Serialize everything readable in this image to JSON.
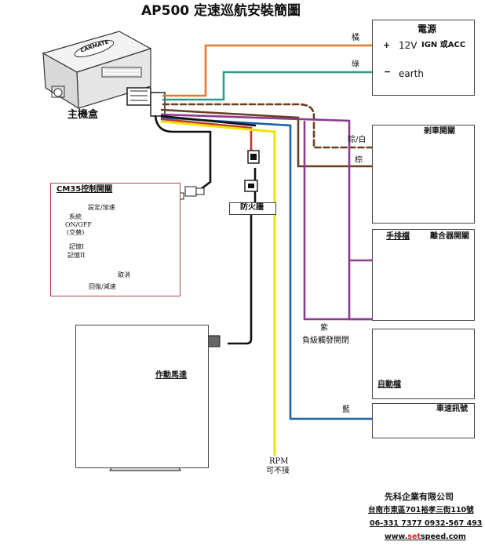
{
  "title": "AP500 定速巡航安裝簡圖",
  "main_unit": {
    "label": "主機盒",
    "brand": "CARMATE"
  },
  "power": {
    "title": "電源",
    "plus_symbol": "+",
    "plus_value": "12V",
    "plus_suffix": "IGN 或ACC",
    "minus_symbol": "−",
    "minus_label": "earth"
  },
  "wire_labels": {
    "orange": "橘",
    "green": "綠",
    "brown_white": "棕/白",
    "brown": "棕",
    "purple": "紫",
    "blue": "藍",
    "rpm": "RPM",
    "rpm_note": "可不接"
  },
  "brake": {
    "title": "剎車開關"
  },
  "clutch": {
    "handbrake": "手排檔",
    "title": "離合器開關"
  },
  "neg_trigger": {
    "label": "負級觸發開閉"
  },
  "auto": {
    "label": "自動檔"
  },
  "speed": {
    "title": "車速訊號"
  },
  "firewall": {
    "label": "防火牆"
  },
  "controller": {
    "title": "CM35控制開關",
    "labels": {
      "set_accel": "設定/加速",
      "system": "系統",
      "onoff": "ON/OFF",
      "switch": "(交替)",
      "mem1": "記憶I",
      "mem2": "記憶II",
      "cancel": "取消",
      "resume": "回復/減速"
    }
  },
  "actuator": {
    "label": "作動馬達"
  },
  "company": {
    "name": "先科企業有限公司",
    "address": "台南市東區701裕孝三街110號",
    "phone": "06-331 7377   0932-567 493",
    "web_prefix": "www.",
    "web_mid": "set",
    "web_suffix": "speed.com"
  },
  "colors": {
    "orange": "#e07a2e",
    "green": "#2a9d8f",
    "brown": "#6b3e1f",
    "red_wire": "#c0392b",
    "blue": "#1f5fa8",
    "purple": "#8e3a8e",
    "yellow": "#f2e200",
    "black": "#111111",
    "controller_border": "#b04848",
    "web_accent": "#d21f1f"
  }
}
